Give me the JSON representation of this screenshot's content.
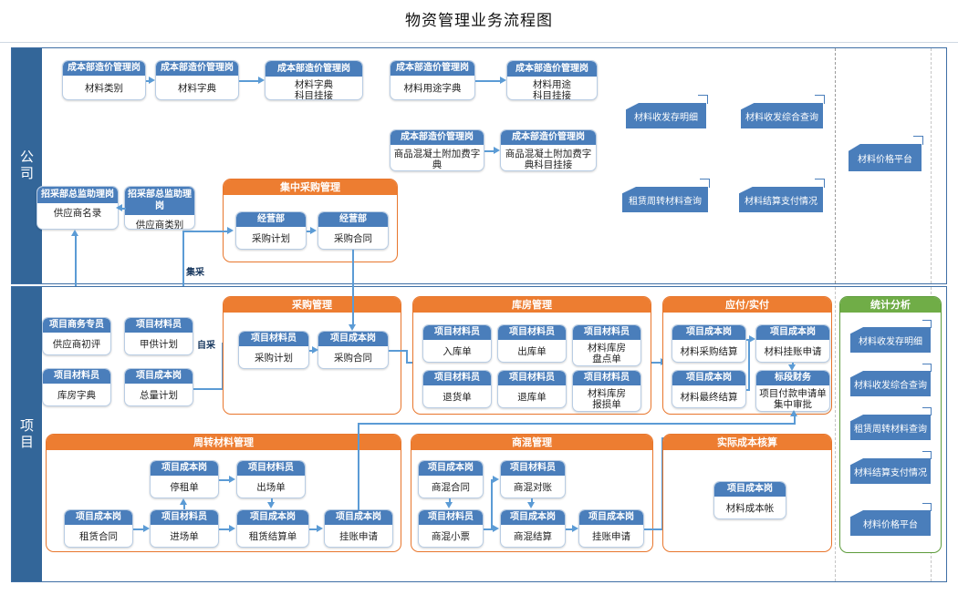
{
  "page": {
    "title": "物资管理业务流程图",
    "colors": {
      "node_header": "#4a7ebb",
      "group_orange": "#ed7d31",
      "group_green": "#70ad47",
      "lane": "#336699",
      "connector": "#5b9bd5",
      "frame": "#3f6fa5"
    }
  },
  "lanes": [
    {
      "label": "公司"
    },
    {
      "label": "项目"
    }
  ],
  "company": {
    "dictionary_chain": [
      {
        "role": "成本部造价管理岗",
        "task": "材料类别"
      },
      {
        "role": "成本部造价管理岗",
        "task": "材料字典"
      },
      {
        "role": "成本部造价管理岗",
        "task": "材料字典\n科目挂接"
      },
      {
        "role": "成本部造价管理岗",
        "task": "材料用途字典"
      },
      {
        "role": "成本部造价管理岗",
        "task": "材料用途\n科目挂接"
      }
    ],
    "concrete_chain": [
      {
        "role": "成本部造价管理岗",
        "task": "商品混凝土附加费字典"
      },
      {
        "role": "成本部造价管理岗",
        "task": "商品混凝土附加费字典科目挂接"
      }
    ],
    "supplier_chain": [
      {
        "role": "招采部总监助理岗",
        "task": "供应商名录"
      },
      {
        "role": "招采部总监助理岗",
        "task": "供应商类别"
      }
    ],
    "central_purchase_group": {
      "title": "集中采购管理",
      "nodes": [
        {
          "role": "经营部",
          "task": "采购计划"
        },
        {
          "role": "经营部",
          "task": "采购合同"
        }
      ]
    },
    "reports": [
      {
        "label": "材料收发存明细"
      },
      {
        "label": "材料收发综合查询"
      },
      {
        "label": "租赁周转材料查询"
      },
      {
        "label": "材料结算支付情况"
      },
      {
        "label": "材料价格平台"
      }
    ]
  },
  "project": {
    "left_nodes": [
      {
        "role": "项目商务专员",
        "task": "供应商初评"
      },
      {
        "role": "项目材料员",
        "task": "甲供计划"
      },
      {
        "role": "项目材料员",
        "task": "库房字典"
      },
      {
        "role": "项目成本岗",
        "task": "总量计划"
      }
    ],
    "groups": [
      {
        "title": "采购管理",
        "nodes": [
          {
            "role": "项目材料员",
            "task": "采购计划"
          },
          {
            "role": "项目成本岗",
            "task": "采购合同"
          }
        ]
      },
      {
        "title": "库房管理",
        "nodes": [
          {
            "role": "项目材料员",
            "task": "入库单"
          },
          {
            "role": "项目材料员",
            "task": "出库单"
          },
          {
            "role": "项目材料员",
            "task": "材料库房\n盘点单"
          },
          {
            "role": "项目材料员",
            "task": "退货单"
          },
          {
            "role": "项目材料员",
            "task": "退库单"
          },
          {
            "role": "项目材料员",
            "task": "材料库房\n报损单"
          }
        ]
      },
      {
        "title": "应付/实付",
        "nodes": [
          {
            "role": "项目成本岗",
            "task": "材料采购结算"
          },
          {
            "role": "项目成本岗",
            "task": "材料挂账申请"
          },
          {
            "role": "项目成本岗",
            "task": "材料最终结算"
          },
          {
            "role": "标段财务",
            "task": "项目付款申请单集中审批"
          }
        ]
      },
      {
        "title": "周转材料管理",
        "nodes": [
          {
            "role": "项目成本岗",
            "task": "停租单"
          },
          {
            "role": "项目材料员",
            "task": "出场单"
          },
          {
            "role": "项目成本岗",
            "task": "租赁合同"
          },
          {
            "role": "项目材料员",
            "task": "进场单"
          },
          {
            "role": "项目成本岗",
            "task": "租赁结算单"
          },
          {
            "role": "项目成本岗",
            "task": "挂账申请"
          }
        ]
      },
      {
        "title": "商混管理",
        "nodes": [
          {
            "role": "项目成本岗",
            "task": "商混合同"
          },
          {
            "role": "项目材料员",
            "task": "商混对账"
          },
          {
            "role": "项目材料员",
            "task": "商混小票"
          },
          {
            "role": "项目成本岗",
            "task": "商混结算"
          },
          {
            "role": "项目成本岗",
            "task": "挂账申请"
          }
        ]
      },
      {
        "title": "实际成本核算",
        "nodes": [
          {
            "role": "项目成本岗",
            "task": "材料成本帐"
          }
        ]
      }
    ],
    "analysis_group": {
      "title": "统计分析",
      "reports": [
        {
          "label": "材料收发存明细"
        },
        {
          "label": "材料收发综合查询"
        },
        {
          "label": "租赁周转材料查询"
        },
        {
          "label": "材料结算支付情况"
        },
        {
          "label": "材料价格平台"
        }
      ]
    }
  },
  "edge_labels": [
    {
      "text": "集采"
    },
    {
      "text": "自采"
    }
  ]
}
